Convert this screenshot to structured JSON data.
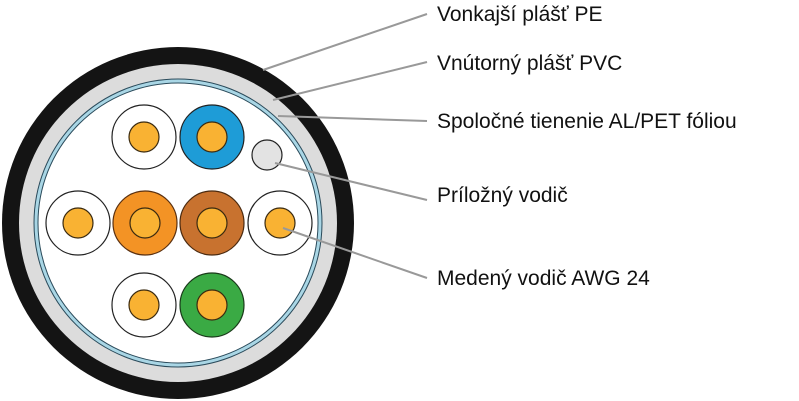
{
  "labels": {
    "outer_jacket": "Vonkajší plášť PE",
    "inner_jacket": "Vnútorný plášť PVC",
    "shield": "Spoločné tienenie AL/PET fóliou",
    "drain_wire": "Príložný vodič",
    "copper_conductor": "Medený vodič AWG 24"
  },
  "colors": {
    "outer_jacket": "#141414",
    "inner_jacket": "#dcdcdc",
    "shield": "#a9d6e5",
    "copper": "#f9b233",
    "blue": "#1e9cd7",
    "orange": "#f39325",
    "brown": "#c8722f",
    "green": "#3aaa44",
    "white": "#ffffff",
    "drain": "#e3e3e3",
    "leader": "#999999"
  }
}
